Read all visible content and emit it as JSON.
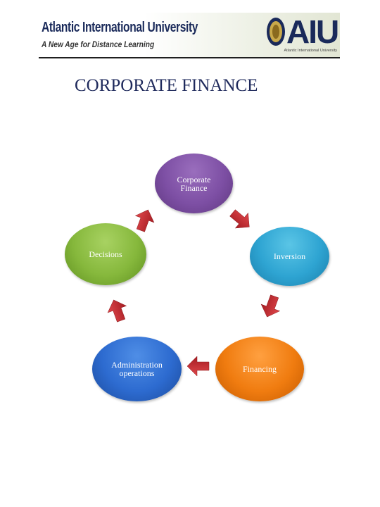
{
  "header": {
    "university_name": "Atlantic International University",
    "tagline": "A New Age for Distance Learning",
    "logo_text": "AIU",
    "logo_subtitle": "Atlantic International University"
  },
  "page_title": "CORPORATE FINANCE",
  "diagram": {
    "nodes": [
      {
        "label_line1": "Corporate",
        "label_line2": "Finance",
        "color": "#7d4fa4"
      },
      {
        "label": "Inversion",
        "color": "#2ea4d2"
      },
      {
        "label": "Financing",
        "color": "#f07c10"
      },
      {
        "label_line1": "Administration",
        "label_line2": "operations",
        "color": "#2d6bd0"
      },
      {
        "label": "Decisions",
        "color": "#86b83c"
      }
    ],
    "arrow_color": "#c0282d"
  }
}
